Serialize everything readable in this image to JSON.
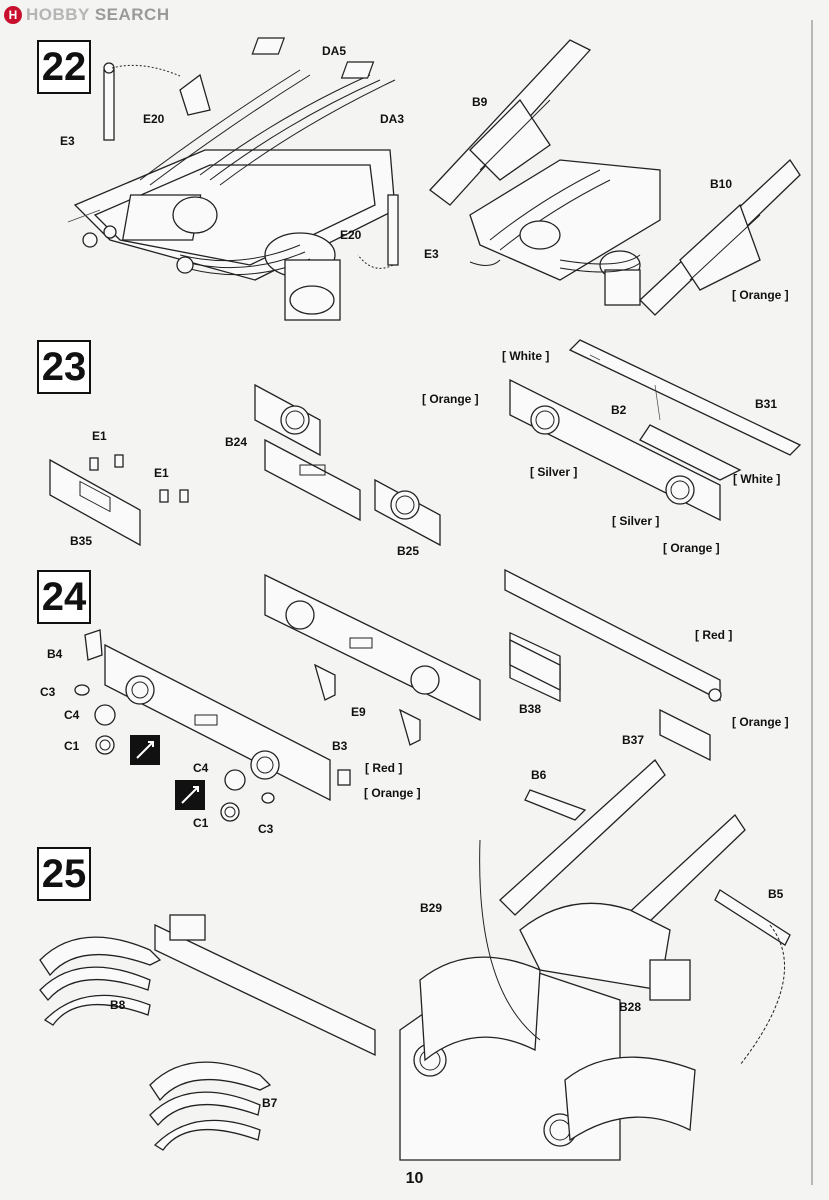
{
  "watermark": {
    "logo_letter": "H",
    "text_a": "HOBBY",
    "text_b": " SEARCH"
  },
  "steps": [
    {
      "number": "22"
    },
    {
      "number": "23"
    },
    {
      "number": "24"
    },
    {
      "number": "25"
    }
  ],
  "labels": {
    "s22": {
      "da5": "DA5",
      "da3": "DA3",
      "e20a": "E20",
      "e3a": "E3",
      "e20b": "E20",
      "e3b": "E3",
      "b9": "B9",
      "b10": "B10",
      "orange": "[ Orange ]"
    },
    "s23": {
      "white1": "[ White ]",
      "orange1": "[ Orange ]",
      "b24": "B24",
      "b2": "B2",
      "b31": "B31",
      "e1a": "E1",
      "e1b": "E1",
      "silver1": "[ Silver ]",
      "white2": "[ White ]",
      "silver2": "[ Silver ]",
      "b35": "B35",
      "b25": "B25",
      "orange2": "[ Orange ]"
    },
    "s24": {
      "b4": "B4",
      "c3a": "C3",
      "c4a": "C4",
      "c1a": "C1",
      "e9": "E9",
      "b38": "B38",
      "red1": "[ Red ]",
      "orange1": "[ Orange ]",
      "b37": "B37",
      "b3": "B3",
      "red2": "[ Red ]",
      "orange2": "[ Orange ]",
      "c4b": "C4",
      "c1b": "C1",
      "c3b": "C3"
    },
    "s25": {
      "b6": "B6",
      "b29": "B29",
      "b5": "B5",
      "b8": "B8",
      "b28": "B28",
      "b7": "B7"
    }
  },
  "page_number": "10"
}
